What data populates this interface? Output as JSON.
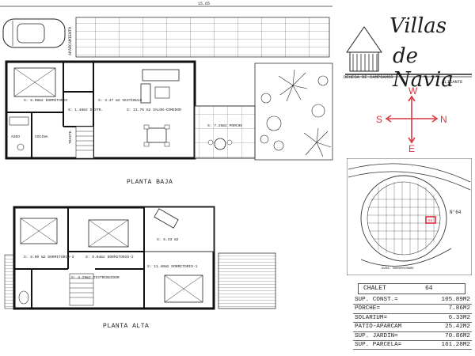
{
  "plans": {
    "ground_title": "PLANTA BAJA",
    "upper_title": "PLANTA ALTA",
    "top_dimension": "15.65",
    "parking_label": "APARCAMIENTO",
    "ground_rooms": {
      "dormitorio": "S: 8.00m2 DORMITORIO",
      "distr": "S: 1.48m2 DISTR.",
      "vestibulo": "S: 3.47 m2 VESTIBULO",
      "salon": "S: 21.76 m2 SALON-COMEDOR",
      "porche": "S: 7.26m2 PORCHE",
      "aseo": "ASEO",
      "cocina": "COCINA",
      "traste": "TRASTE."
    },
    "upper_rooms": {
      "dorm3": "S: 8.00 m2 DORMITORIO-3",
      "dorm2": "S: 9.04m2 DORMITORIO-2",
      "solarium": "S: 6.33 m2",
      "dorm1": "S: 11.40m2 DORMITORIO-1",
      "distribuidor": "S: 4.29m2 DISTRIBUIDOR"
    }
  },
  "panel": {
    "brand_line1": "Villas",
    "brand_line2": "de Navia",
    "subtitle_left": "DEHESA DE CAMPOAMOR",
    "subtitle_right": "ALICANTE",
    "compass": {
      "north": "N",
      "south": "S",
      "east": "E",
      "west": "W"
    },
    "site_label": "N°64",
    "site_lot": "64",
    "street_label": "AVDA. BOROPRIMARE"
  },
  "chalet": {
    "label": "CHALET",
    "number": "64"
  },
  "areas": [
    {
      "label": "SUP. CONST.=",
      "value": "105.89M2"
    },
    {
      "label": "PORCHE=",
      "value": "7.86M2"
    },
    {
      "label": "SOLARIUM=",
      "value": "6.33M2"
    },
    {
      "label": "PATIO-APARCAM",
      "value": "25.42M2"
    },
    {
      "label": "SUP. JARDIN=",
      "value": "70.86M2"
    },
    {
      "label": "SUP. PARCELA=",
      "value": "161.28M2"
    }
  ],
  "colors": {
    "ink": "#222222",
    "compass": "#d9353e",
    "lot": "#e0303a"
  }
}
